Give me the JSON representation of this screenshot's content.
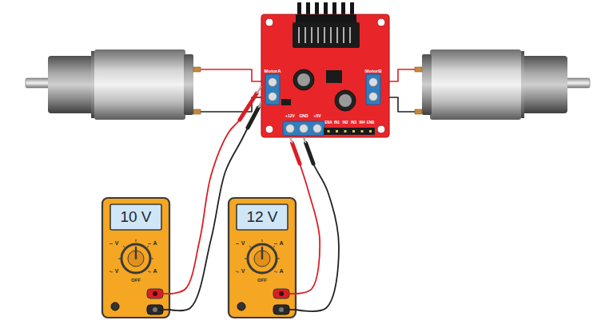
{
  "diagram": {
    "nodes": [
      {
        "text": [
          "MotorA",
          "MotorB",
          "+12V",
          "GND",
          "+5V",
          "ENA",
          "IN1",
          "IN2",
          "IN3",
          "IN4",
          "ENB"
        ]
      },
      {
        "text": [
          "10 V",
          "V",
          "A",
          "V",
          "A",
          "OFF"
        ]
      },
      {
        "text": [
          "12 V",
          "V",
          "A",
          "V",
          "A",
          "OFF"
        ]
      }
    ],
    "edges": [
      {
        "from": 1,
        "to": 0,
        "arrow": "none"
      },
      {
        "from": 1,
        "to": 0,
        "arrow": "none"
      },
      {
        "from": 2,
        "to": 0,
        "arrow": "none"
      },
      {
        "from": 2,
        "to": 0,
        "arrow": "none"
      }
    ]
  }
}
